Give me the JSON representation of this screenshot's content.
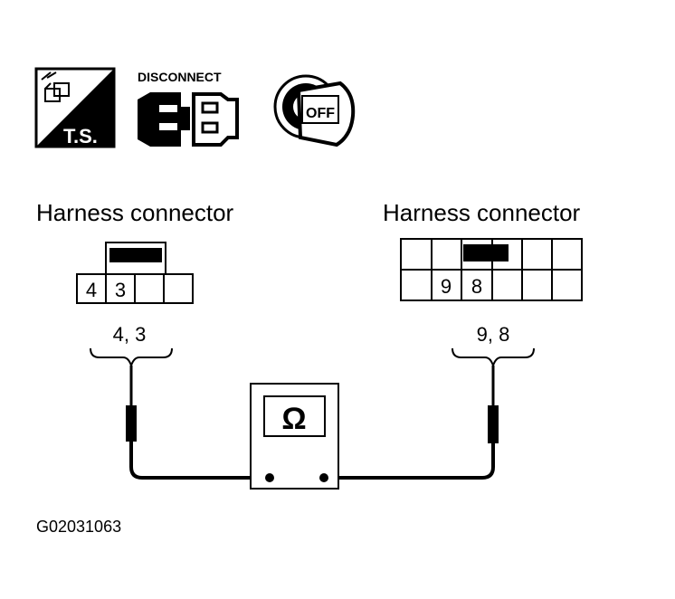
{
  "icons": {
    "ts": {
      "label": "T.S.",
      "name": "troubleshoot-icon"
    },
    "disconnect": {
      "label": "DISCONNECT",
      "name": "disconnect-connector-icon"
    },
    "ignition": {
      "label": "OFF",
      "name": "ignition-key-off-icon"
    }
  },
  "left_connector": {
    "title": "Harness connector",
    "cells": [
      "4",
      "3"
    ],
    "probe_label": "4, 3"
  },
  "right_connector": {
    "title": "Harness connector",
    "cells": [
      "9",
      "8"
    ],
    "probe_label": "9, 8"
  },
  "meter": {
    "symbol": "Ω",
    "name": "ohmmeter"
  },
  "figure_code": "G02031063"
}
